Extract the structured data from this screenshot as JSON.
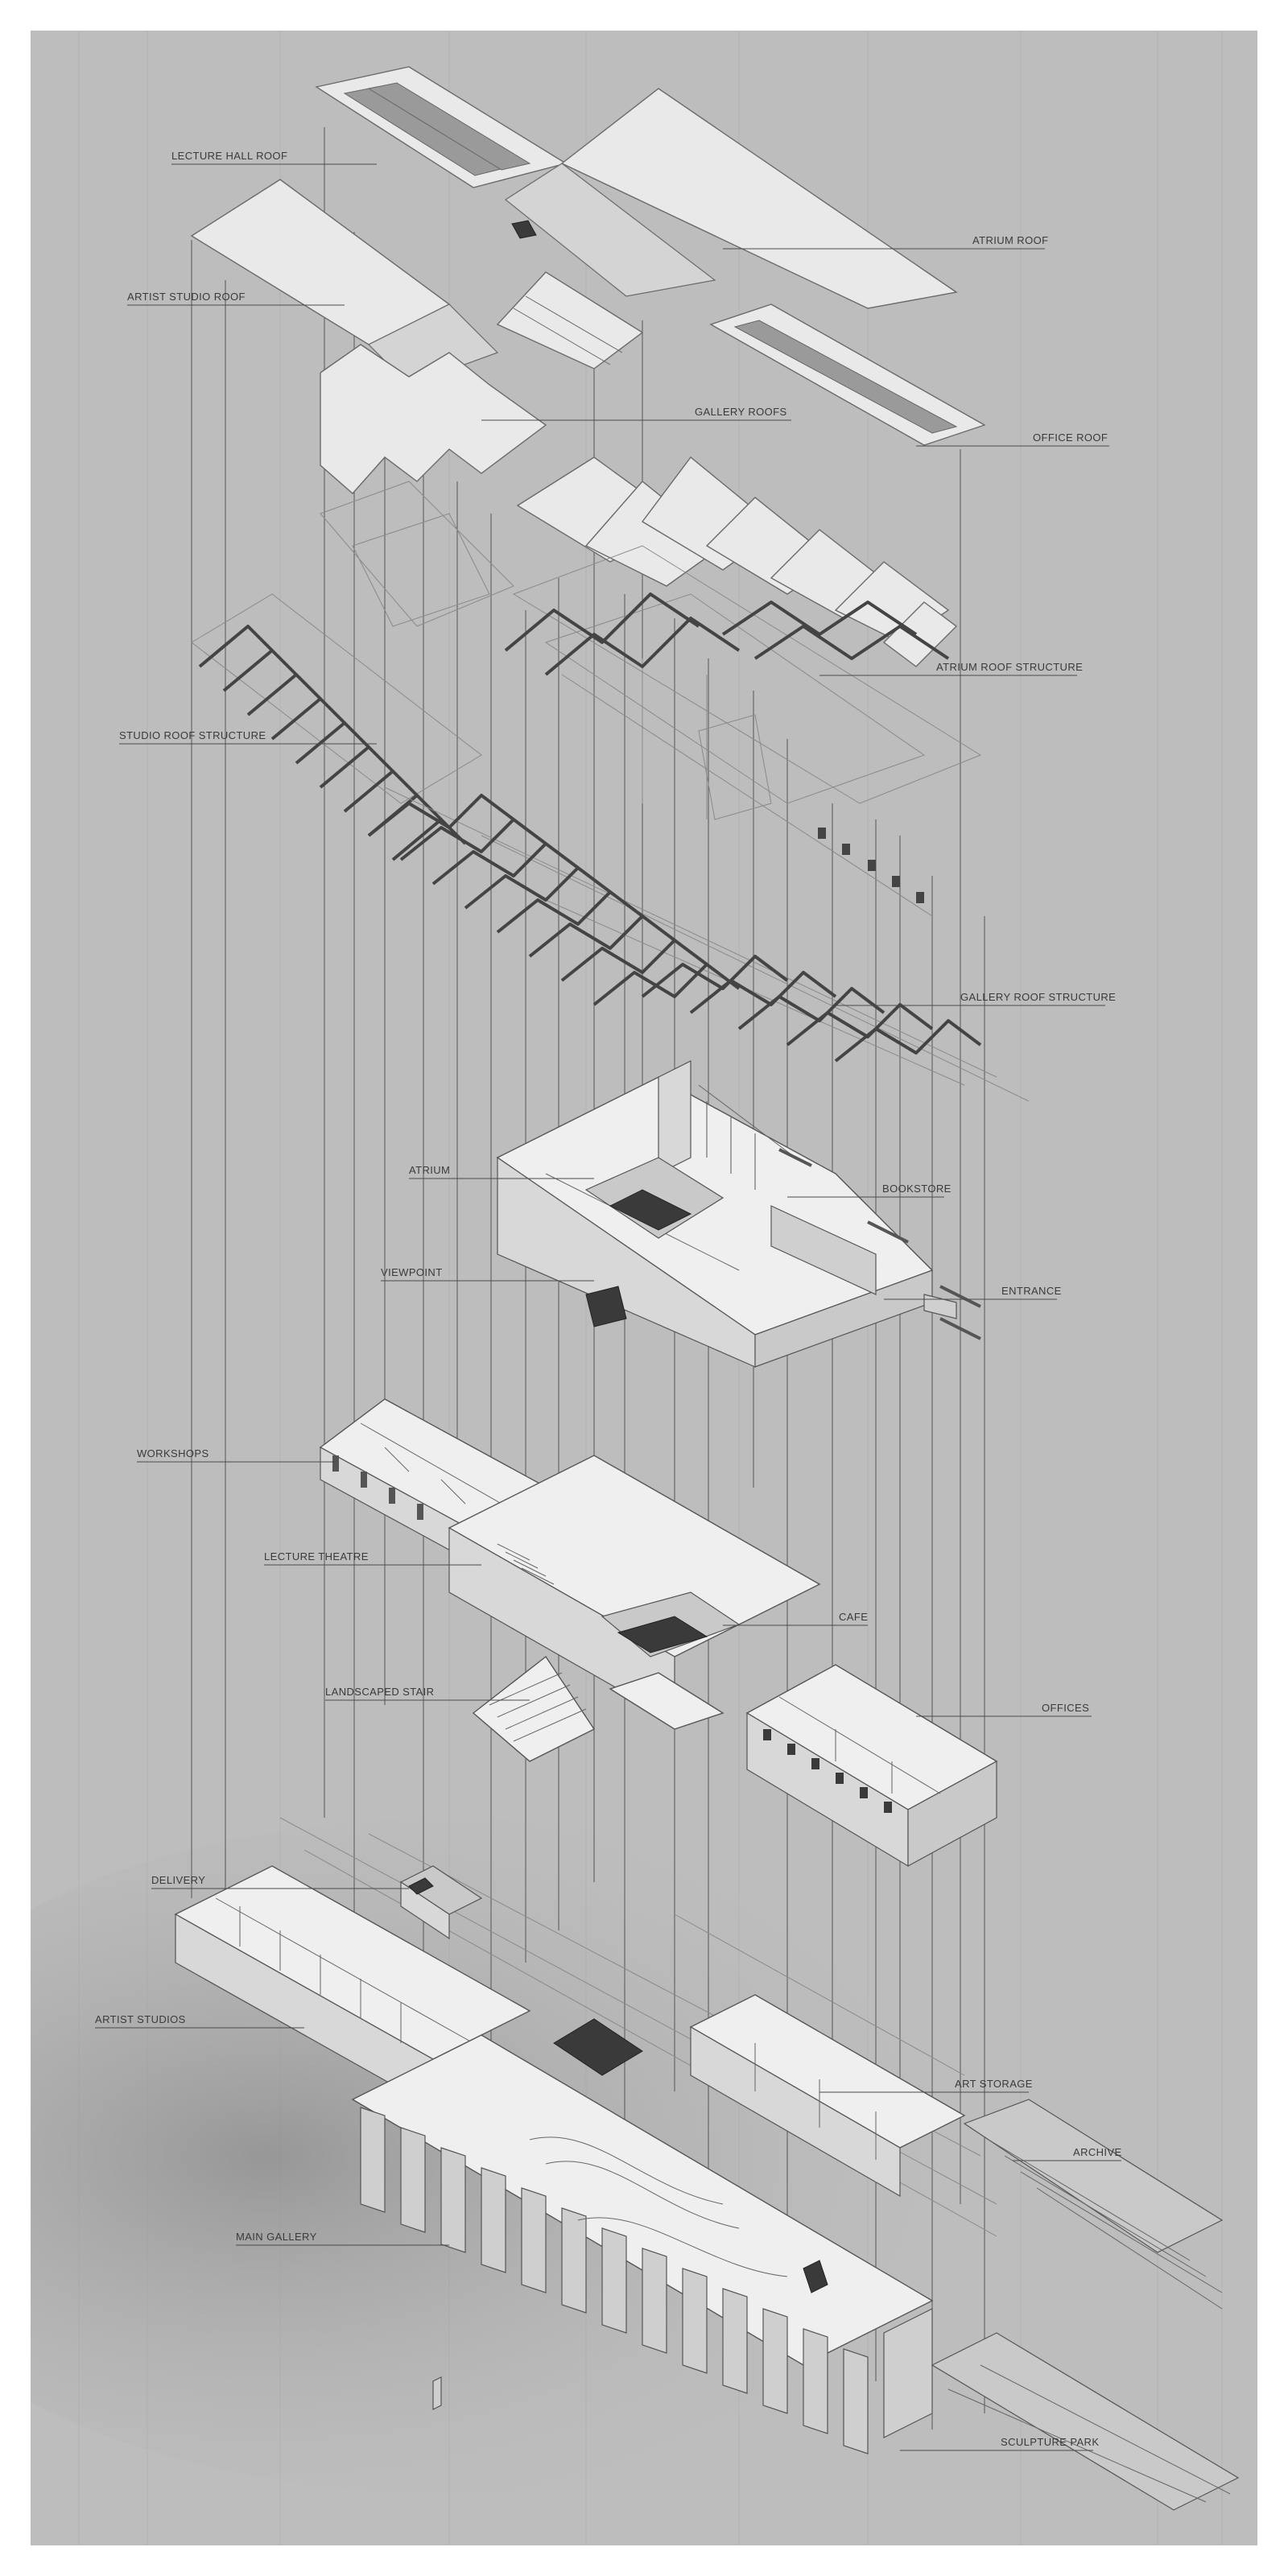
{
  "labels": {
    "lecture_hall_roof": "LECTURE HALL ROOF",
    "atrium_roof": "ATRIUM ROOF",
    "artist_studio_roof": "ARTIST STUDIO ROOF",
    "gallery_roofs": "GALLERY ROOFS",
    "office_roof": "OFFICE ROOF",
    "atrium_roof_structure": "ATRIUM ROOF STRUCTURE",
    "studio_roof_structure": "STUDIO ROOF STRUCTURE",
    "gallery_roof_structure": "GALLERY ROOF STRUCTURE",
    "atrium": "ATRIUM",
    "bookstore": "BOOKSTORE",
    "viewpoint": "VIEWPOINT",
    "entrance": "ENTRANCE",
    "workshops": "WORKSHOPS",
    "lecture_theatre": "LECTURE THEATRE",
    "cafe": "CAFE",
    "landscaped_stair": "LANDSCAPED STAIR",
    "offices": "OFFICES",
    "delivery": "DELIVERY",
    "artist_studios": "ARTIST STUDIOS",
    "art_storage": "ART STORAGE",
    "archive": "ARCHIVE",
    "main_gallery": "MAIN GALLERY",
    "sculpture_park": "SCULPTURE PARK"
  }
}
